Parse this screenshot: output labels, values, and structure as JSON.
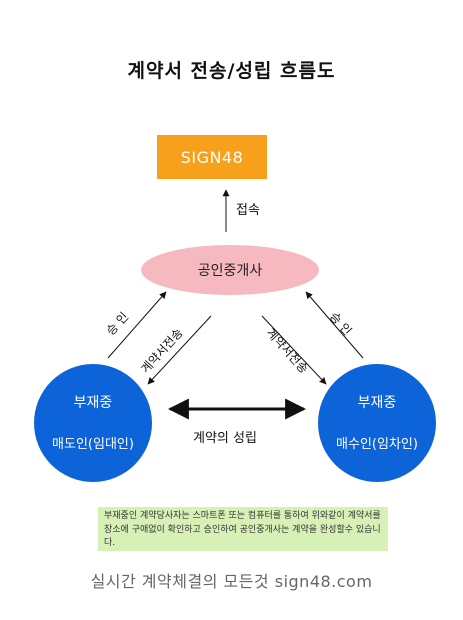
{
  "title": "계약서 전송/성립 흐름도",
  "platform_box": "SIGN48",
  "connect_label": "접속",
  "broker_label": "공인중개사",
  "seller": {
    "role": "부재중",
    "name": "매도인(임대인)"
  },
  "buyer": {
    "role": "부재중",
    "name": "매수인(임차인)"
  },
  "approve_label_left": "승 인",
  "contract_send_left": "계약서전송",
  "approve_label_right": "승 인",
  "contract_send_right": "계약서전송",
  "contract_formed": "계약의 성립",
  "note": "부재중인 계약당사자는 스마트폰 또는 컴퓨터를 통하여 위와같이 계약서를 장소에 구애없이 확인하고 승인하여 공인중개사는 계약을 완성할수 있습니다.",
  "footer": "실시간 계약체결의 모든것 sign48.com",
  "colors": {
    "platform": "#f7a01c",
    "broker": "#f6b9bf",
    "party": "#0d63d8",
    "note_bg": "#d6f0b6"
  }
}
